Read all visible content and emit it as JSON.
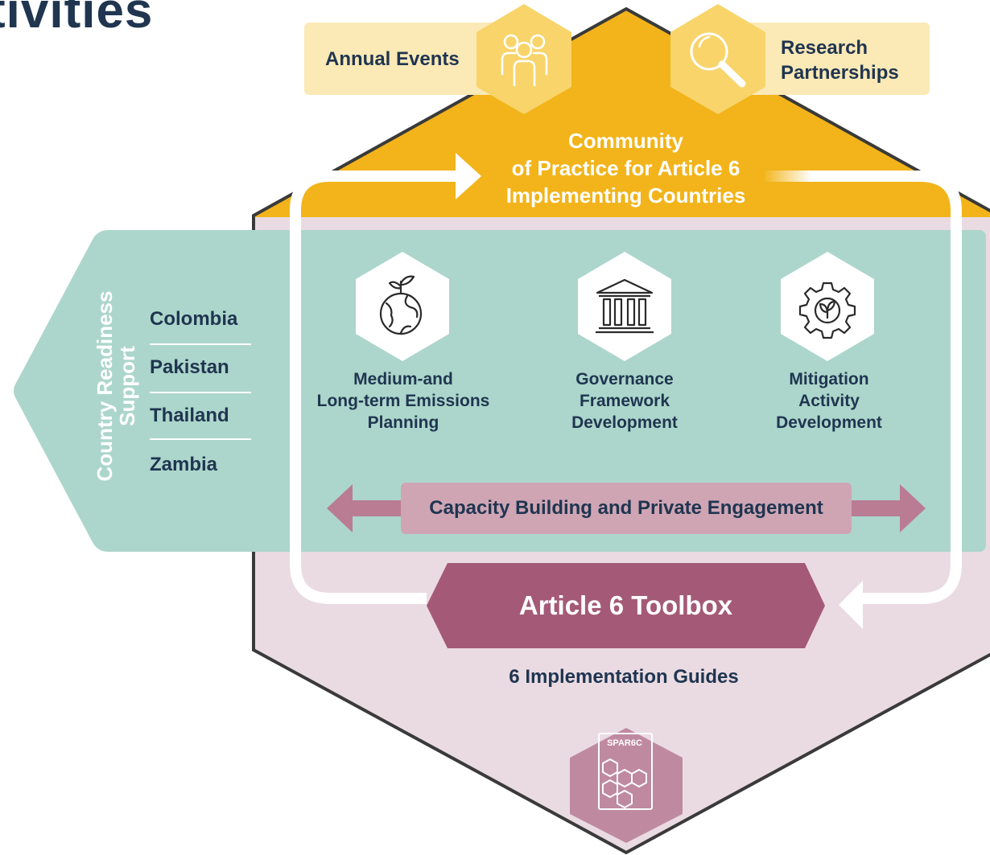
{
  "page_title": "tivities",
  "top_items": {
    "annual_events": "Annual Events",
    "research_partnerships": [
      "Research",
      "Partnerships"
    ]
  },
  "community_of_practice": [
    "Community",
    "of Practice for Article 6",
    "Implementing Countries"
  ],
  "country_readiness": {
    "title": [
      "Country Readiness",
      "Support"
    ],
    "countries": [
      "Colombia",
      "Pakistan",
      "Thailand",
      "Zambia"
    ]
  },
  "pillars": [
    {
      "icon": "globe-plant-icon",
      "lines": [
        "Medium-and",
        "Long-term Emissions",
        "Planning"
      ]
    },
    {
      "icon": "government-building-icon",
      "lines": [
        "Governance",
        "Framework",
        "Development"
      ]
    },
    {
      "icon": "gear-plant-icon",
      "lines": [
        "Mitigation",
        "Activity",
        "Development"
      ]
    }
  ],
  "capacity_building": "Capacity Building and Private Engagement",
  "toolbox": {
    "title": "Article 6 Toolbox",
    "subtitle": "6 Implementation Guides",
    "document_label": "SPAR6C",
    "document_icon": "spar6c-document-icon"
  },
  "colors": {
    "navy": "#1f3550",
    "gold": "#f2b41a",
    "light_gold": "#fbe9b6",
    "hex_gold": "#f8d46a",
    "teal": "#acd6cb",
    "lilac": "#eadbe2",
    "rose": "#a45a76",
    "mauve_bar": "#cfa5b4",
    "mauve_arrow": "#b97c93",
    "doc_hex": "#bf8aa0"
  }
}
